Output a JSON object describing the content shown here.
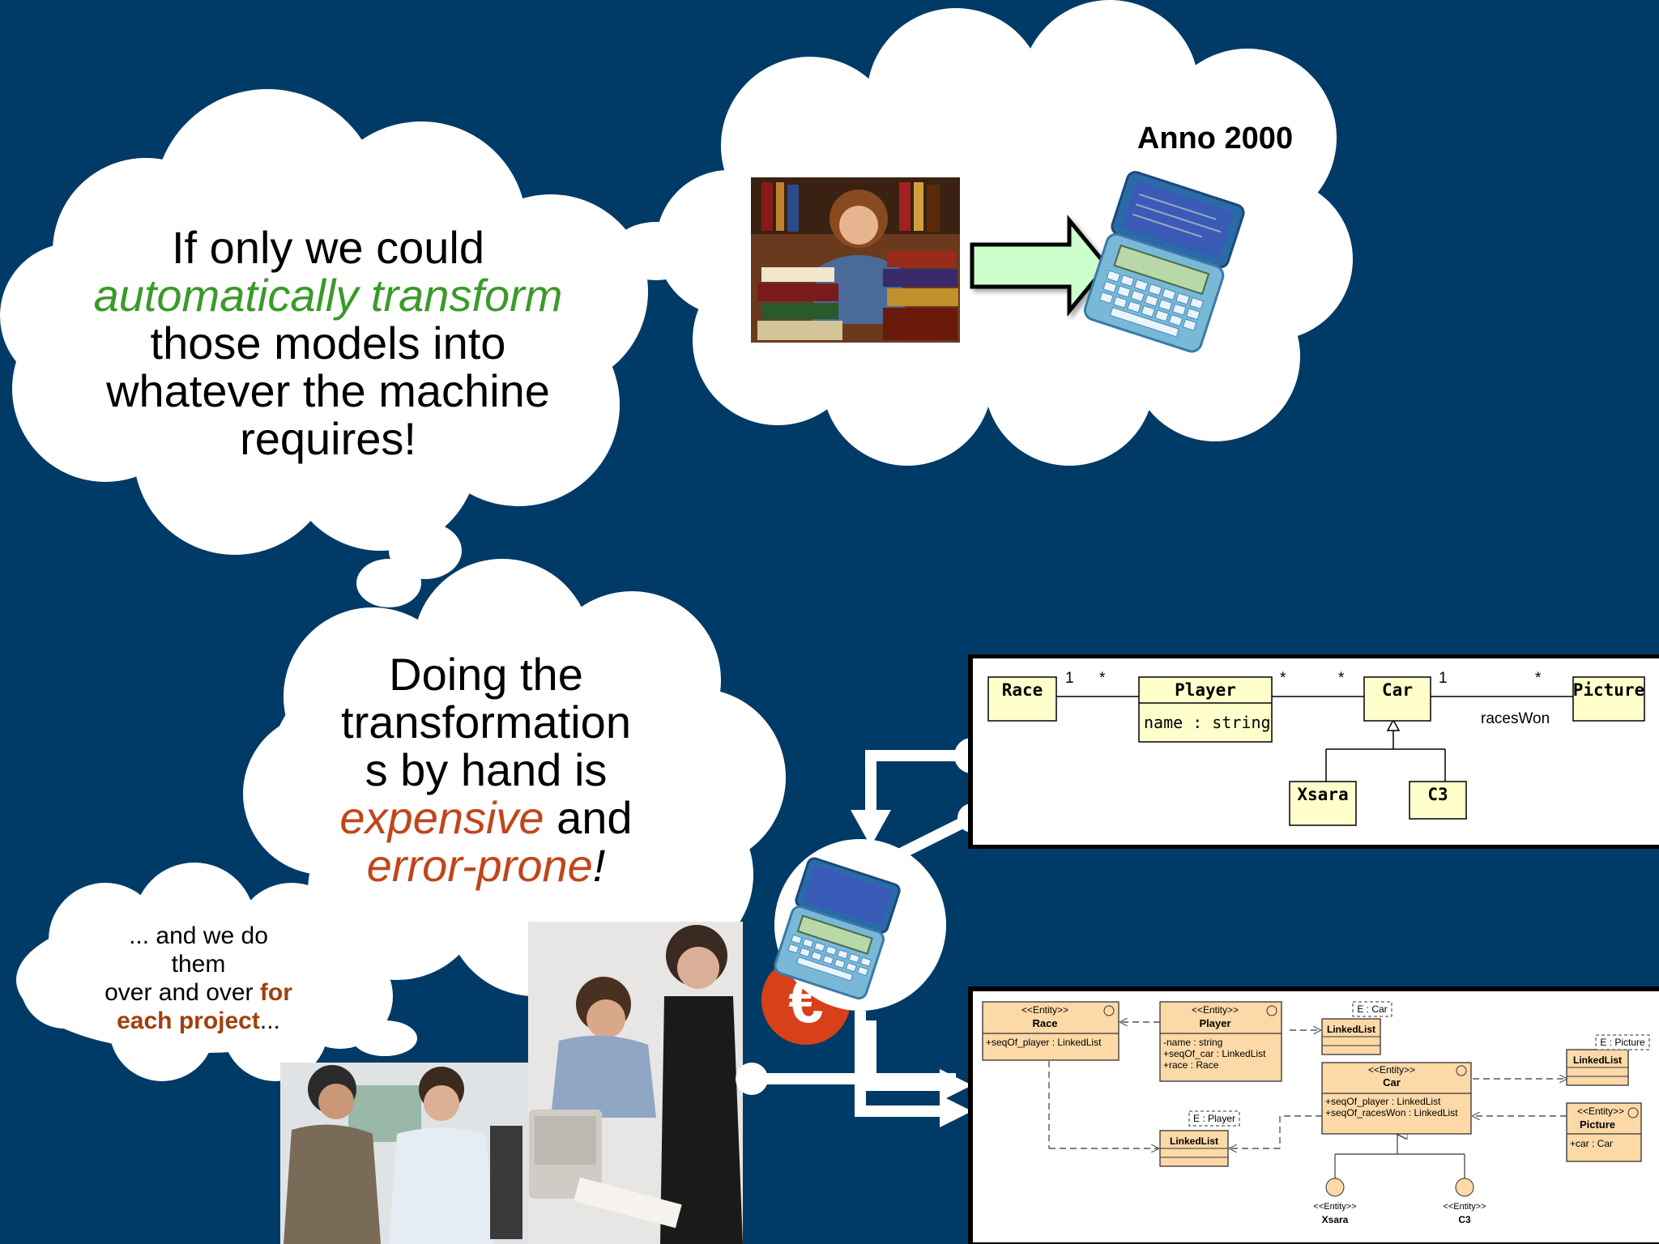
{
  "bubble_top": {
    "line1": "If only we could",
    "line2_em": "automatically transform",
    "line3": "those models into",
    "line4": "whatever the machine",
    "line5": "requires!"
  },
  "bubble_anno": {
    "label": "Anno 2000"
  },
  "bubble_middle": {
    "line1": "Doing the",
    "line2": "transformation",
    "line3": "s by hand is",
    "line4_em": "expensive",
    "line4_rest": " and",
    "line5_em": "error-prone",
    "line5_rest": "!"
  },
  "bubble_small": {
    "line1": "... and we do",
    "line2": "them",
    "line3": "over and over ",
    "line3_em": "for",
    "line4_em": "each project",
    "line4_rest": "..."
  },
  "uml_top": {
    "race": "Race",
    "player": "Player",
    "player_attr": "name : string",
    "car": "Car",
    "picture": "Picture",
    "xsara": "Xsara",
    "c3": "C3",
    "m_race_1": "1",
    "m_race_star": "*",
    "m_player_star": "*",
    "m_car_star": "*",
    "m_car_1": "1",
    "m_picture_star": "*",
    "races_won": "racesWon"
  },
  "uml_bottom": {
    "stereotype": "<<Entity>>",
    "race": "Race",
    "race_attr": "+seqOf_player : LinkedList",
    "player": "Player",
    "player_attr1": "-name : string",
    "player_attr2": "+seqOf_car : LinkedList",
    "player_attr3": "+race : Race",
    "car": "Car",
    "car_attr1": "+seqOf_player : LinkedList",
    "car_attr2": "+seqOf_racesWon : LinkedList",
    "picture": "Picture",
    "picture_attr": "+car : Car",
    "linkedlist": "LinkedList",
    "tpl_car": "E : Car",
    "tpl_picture": "E : Picture",
    "tpl_player": "E : Player",
    "xsara": "Xsara",
    "c3": "C3"
  },
  "colors": {
    "background": "#003a66",
    "green_em": "#3a9a2a",
    "orange_em": "#c0461a",
    "uml_yellow": "#ffffcc",
    "uml_orange": "#fdd9a8",
    "arrow_fill": "#ccffcc"
  },
  "icons": [
    "pda-icon",
    "euro-icon",
    "arrow-right-icon"
  ]
}
